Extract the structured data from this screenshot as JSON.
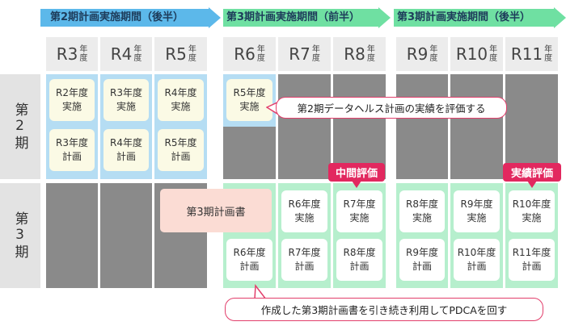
{
  "phases": [
    {
      "label": "第2期計画実施期間（後半）",
      "color": "#5cb8ea"
    },
    {
      "label": "第3期計画実施期間（前半）",
      "color": "#6fe0a2"
    },
    {
      "label": "第3期計画実施期間（後半）",
      "color": "#6fe0a2"
    }
  ],
  "years": [
    {
      "r": "R3",
      "n": "年",
      "d": "度"
    },
    {
      "r": "R4",
      "n": "年",
      "d": "度"
    },
    {
      "r": "R5",
      "n": "年",
      "d": "度"
    },
    {
      "r": "R6",
      "n": "年",
      "d": "度"
    },
    {
      "r": "R7",
      "n": "年",
      "d": "度"
    },
    {
      "r": "R8",
      "n": "年",
      "d": "度"
    },
    {
      "r": "R9",
      "n": "年",
      "d": "度"
    },
    {
      "r": "R10",
      "n": "年",
      "d": "度"
    },
    {
      "r": "R11",
      "n": "年",
      "d": "度"
    }
  ],
  "row_labels": [
    "第2期",
    "第3期"
  ],
  "period2": {
    "cards": [
      {
        "top": "R2年度\n実施",
        "bottom": "R3年度\n計画"
      },
      {
        "top": "R3年度\n実施",
        "bottom": "R4年度\n計画"
      },
      {
        "top": "R4年度\n実施",
        "bottom": "R5年度\n計画"
      }
    ],
    "r6_card": "R5年度\n実施"
  },
  "period3": {
    "plan_box": "第3期計画書",
    "r6_card": "R6年度\n計画",
    "pairs": [
      {
        "top": "R6年度\n実施",
        "bottom": "R7年度\n計画"
      },
      {
        "top": "R7年度\n実施",
        "bottom": "R8年度\n計画"
      },
      {
        "top": "R8年度\n実施",
        "bottom": "R9年度\n計画"
      },
      {
        "top": "R9年度\n実施",
        "bottom": "R10年度\n計画"
      },
      {
        "top": "R10年度\n実施",
        "bottom": "R11年度\n計画"
      }
    ]
  },
  "callouts": {
    "evaluate": "第2期データヘルス計画の実績を評価する",
    "pdca": "作成した第3期計画書を引き続き利用してPDCAを回す"
  },
  "badges": {
    "midterm": "中間評価",
    "final": "実績評価"
  },
  "colors": {
    "blue_arrow": "#5cb8ea",
    "green_arrow": "#6fe0a2",
    "badge": "#e2285f",
    "callout_border": "#e23e6b"
  }
}
